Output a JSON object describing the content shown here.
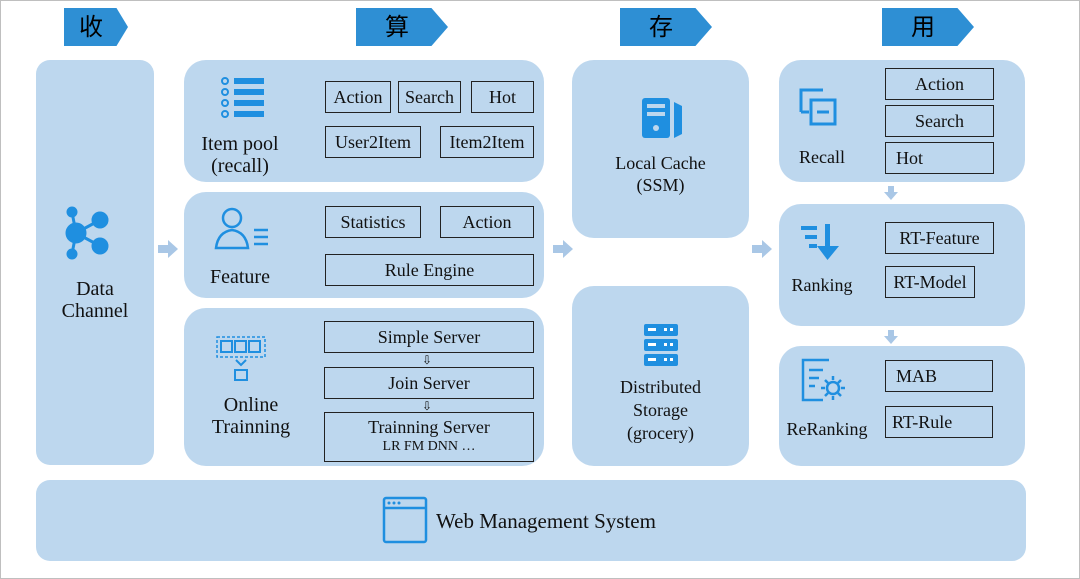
{
  "headers": [
    "收",
    "算",
    "存",
    "用"
  ],
  "data_channel": {
    "line1": "Data",
    "line2": "Channel"
  },
  "item_pool": {
    "title_line1": "Item pool",
    "title_line2": "(recall)",
    "boxes": [
      "Action",
      "Search",
      "Hot",
      "User2Item",
      "Item2Item"
    ]
  },
  "feature": {
    "title": "Feature",
    "boxes": [
      "Statistics",
      "Action",
      "Rule Engine"
    ]
  },
  "online": {
    "title_line1": "Online",
    "title_line2": "Trainning",
    "simple": "Simple Server",
    "join": "Join Server",
    "training": "Trainning Server",
    "models": "LR FM DNN …",
    "down_arrow": "⇩"
  },
  "local_cache": {
    "line1": "Local Cache",
    "line2": "(SSM)"
  },
  "storage": {
    "line1": "Distributed",
    "line2": "Storage",
    "line3": "(grocery)"
  },
  "recall": {
    "title": "Recall",
    "boxes": [
      "Action",
      "Search",
      "Hot"
    ]
  },
  "ranking": {
    "title": "Ranking",
    "boxes": [
      "RT-Feature",
      "RT-Model"
    ]
  },
  "reranking": {
    "title": "ReRanking",
    "boxes": [
      "MAB",
      "RT-Rule"
    ]
  },
  "web": {
    "title": "Web Management System"
  },
  "colors": {
    "panel": "#bdd7ee",
    "header": "#2e8fd4",
    "icon": "#1f8fe0",
    "arrow": "#a9c7e6"
  },
  "icons": [
    "list-icon",
    "network-icon",
    "user-list-icon",
    "training-grid-icon",
    "server-icon",
    "database-icon",
    "recall-copy-icon",
    "sort-down-icon",
    "rerank-gear-icon",
    "browser-window-icon",
    "right-arrow-icon",
    "down-arrow-icon"
  ]
}
